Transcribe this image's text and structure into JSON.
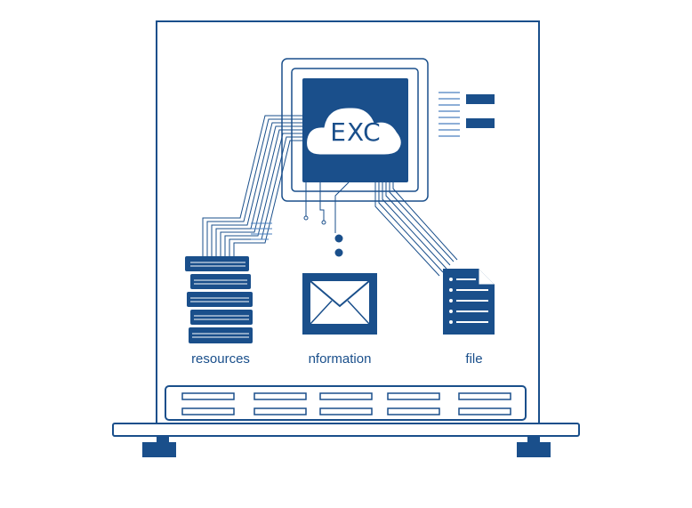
{
  "chip": {
    "label": "EXC"
  },
  "labels": {
    "resources": "resources",
    "information": "nformation",
    "file": "file"
  },
  "colors": {
    "primary": "#1a4f8b",
    "background": "#ffffff"
  },
  "icons": [
    "cloud-icon",
    "books-icon",
    "envelope-icon",
    "document-icon"
  ]
}
